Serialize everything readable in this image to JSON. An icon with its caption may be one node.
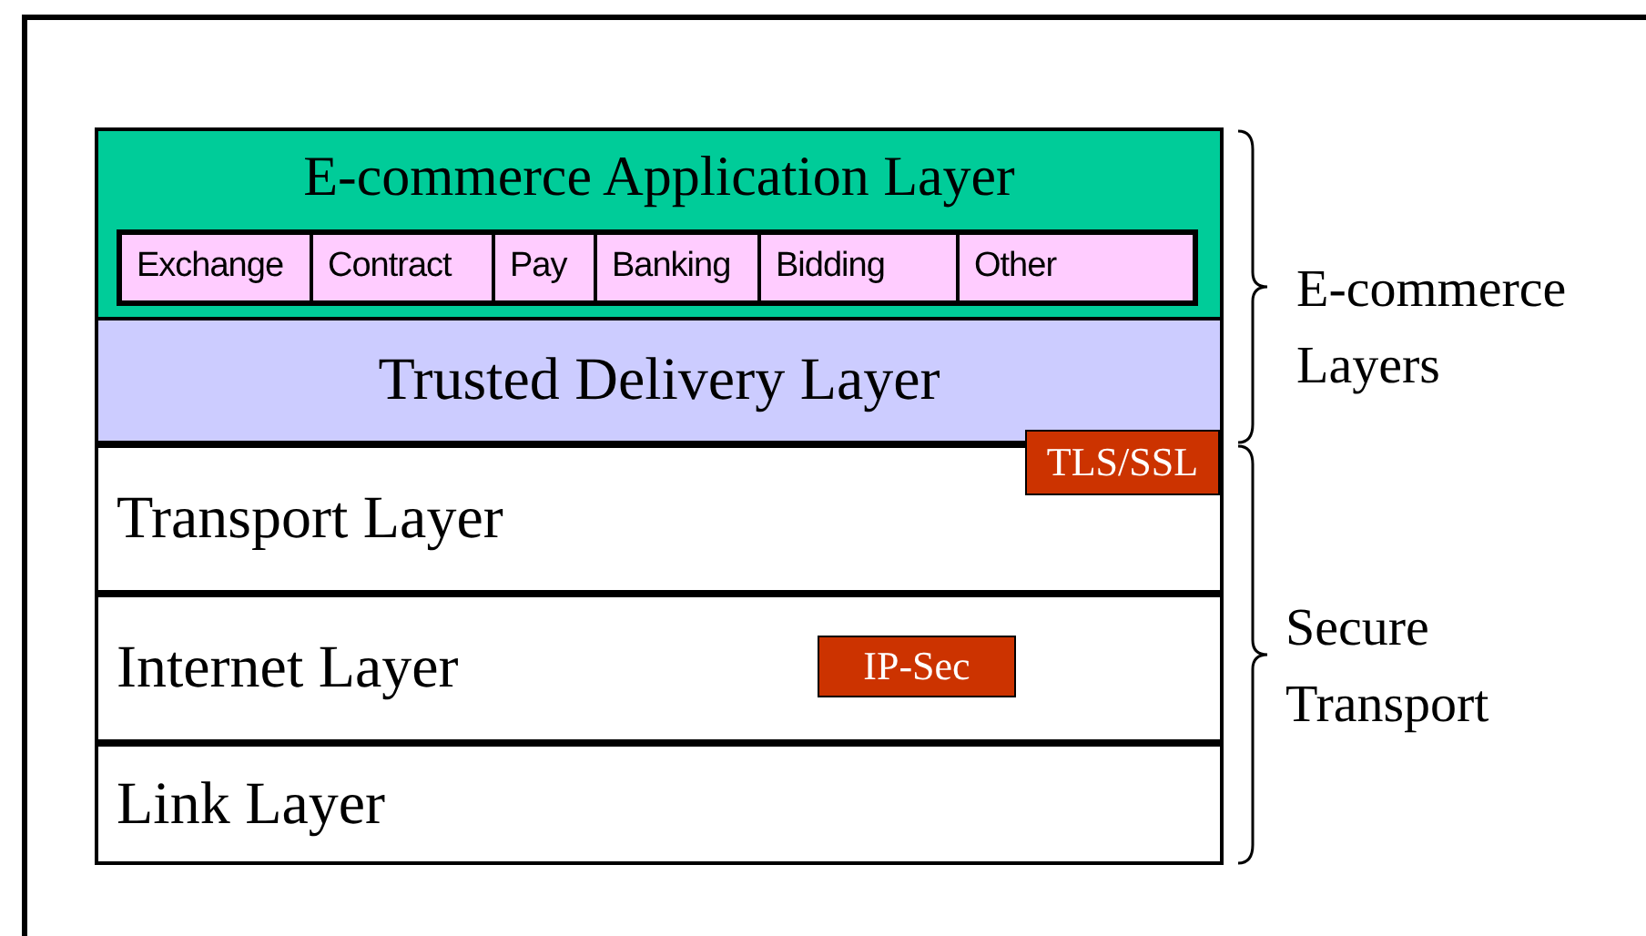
{
  "diagram": {
    "nodes": [
      {
        "text": [
          "E-commerce Application Layer"
        ]
      },
      {
        "text": [
          "Exchange"
        ],
        "in": 0
      },
      {
        "text": [
          "Contract"
        ],
        "in": 0
      },
      {
        "text": [
          "Pay"
        ],
        "in": 0
      },
      {
        "text": [
          "Banking"
        ],
        "in": 0
      },
      {
        "text": [
          "Bidding"
        ],
        "in": 0
      },
      {
        "text": [
          "Other"
        ],
        "in": 0
      },
      {
        "text": [
          "Trusted Delivery Layer"
        ]
      },
      {
        "text": [
          "Transport Layer"
        ]
      },
      {
        "text": [
          "Internet Layer"
        ]
      },
      {
        "text": [
          "Link Layer"
        ]
      },
      {
        "text": [
          "TLS/SSL"
        ]
      },
      {
        "text": [
          "IP-Sec"
        ],
        "in": 9
      }
    ],
    "edges": [],
    "labels": [
      "E-commerce Layers",
      "Secure Transport"
    ]
  }
}
